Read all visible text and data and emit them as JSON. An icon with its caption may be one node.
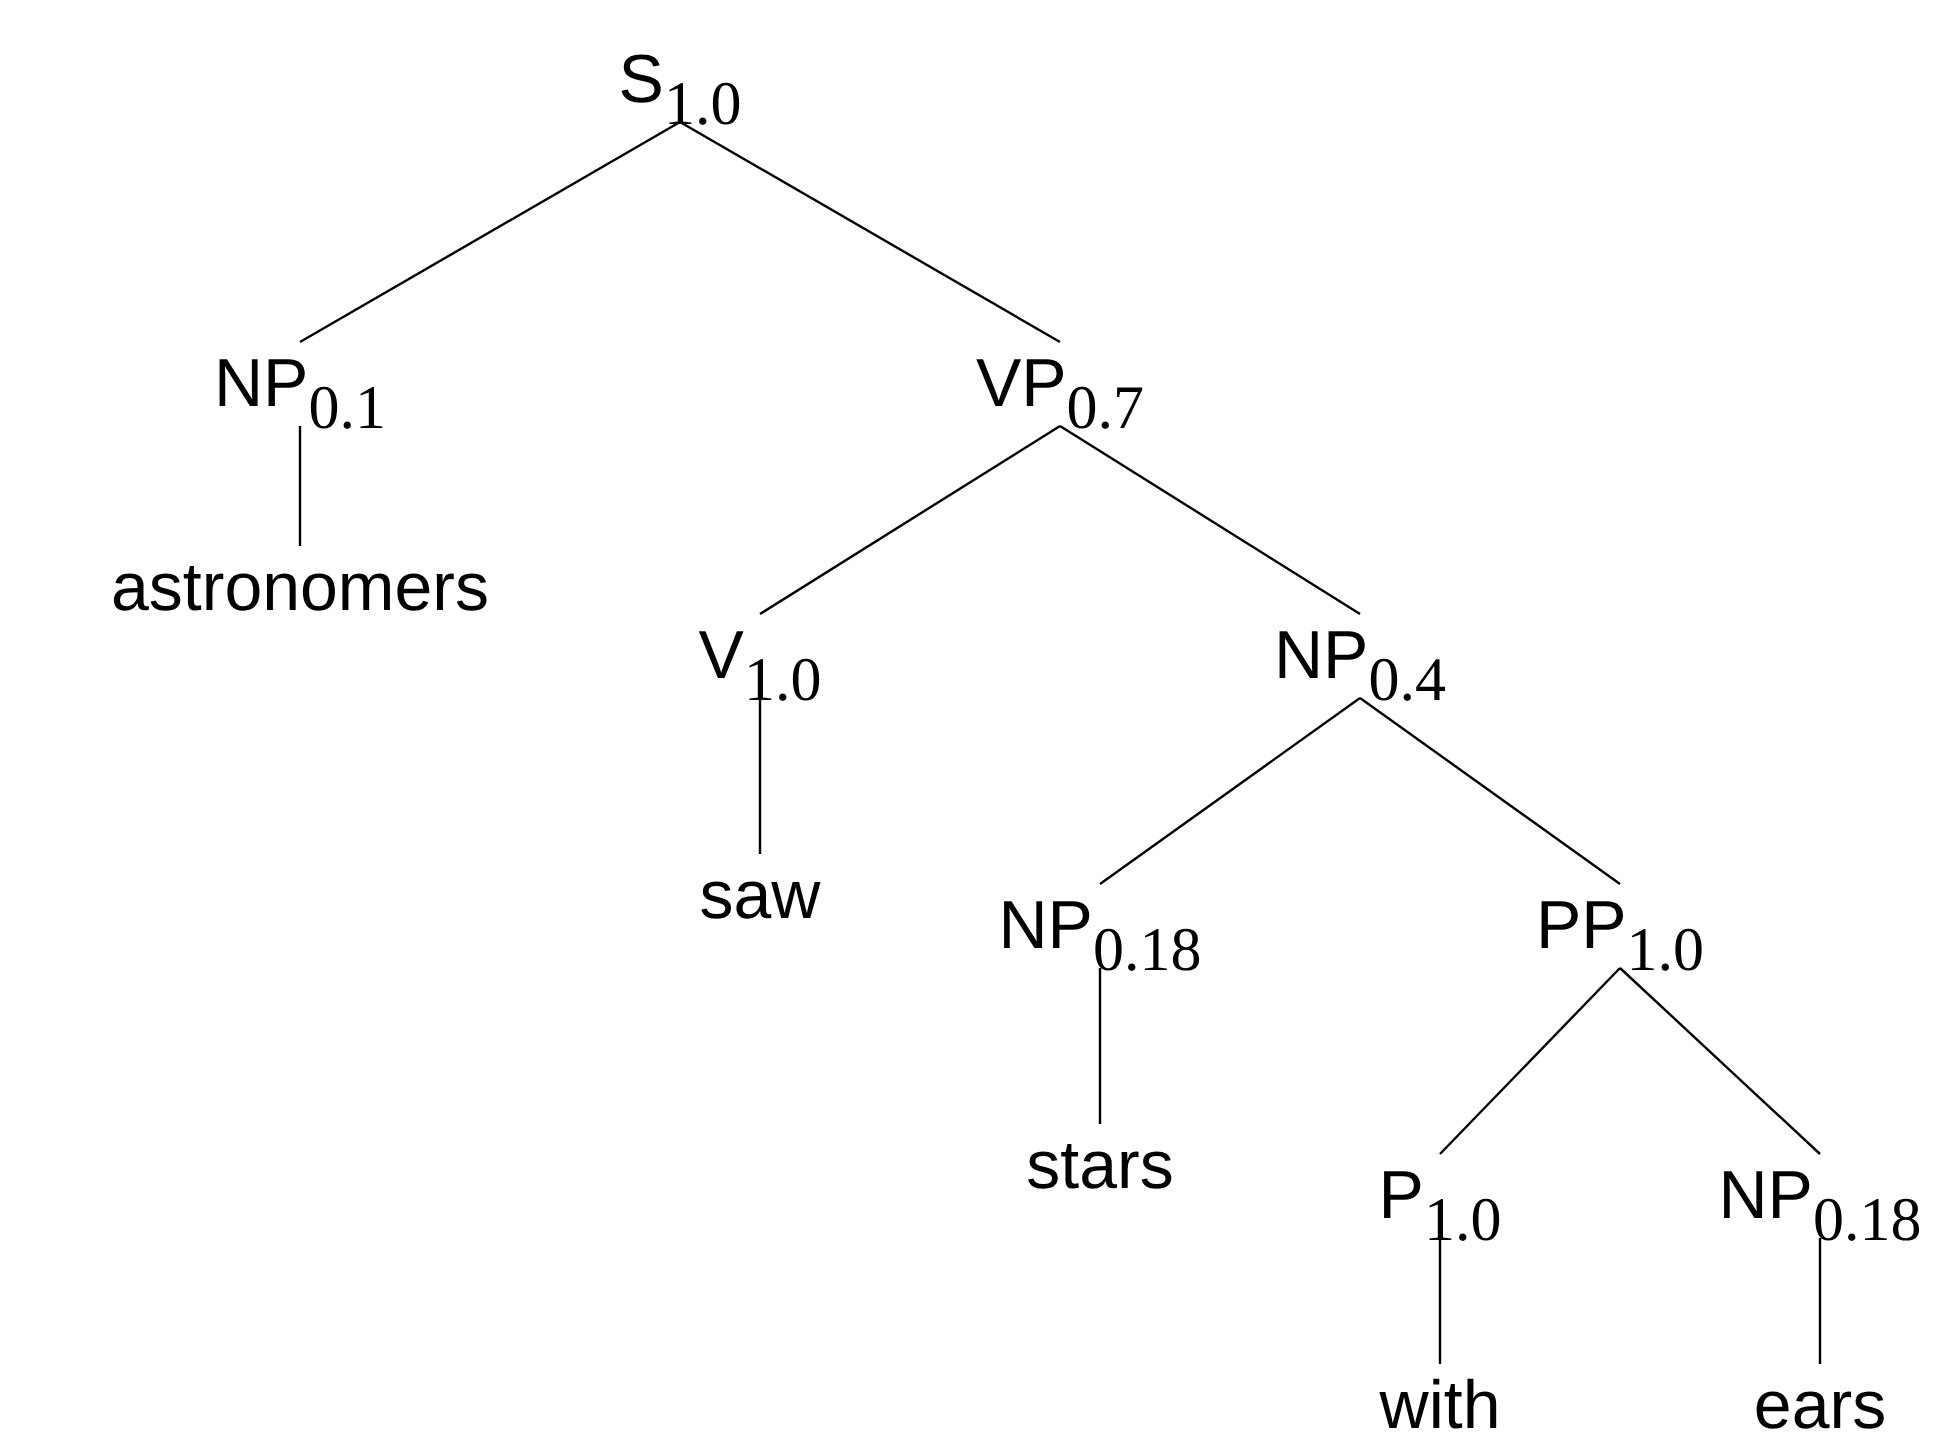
{
  "diagram": {
    "nodes": [
      {
        "text": [
          "S$_{1.0}$"
        ]
      },
      {
        "text": [
          "NP$_{0.1}$"
        ]
      },
      {
        "text": [
          "VP$_{0.7}$"
        ]
      },
      {
        "text": [
          "astronomers"
        ]
      },
      {
        "text": [
          "V$_{1.0}$"
        ]
      },
      {
        "text": [
          "NP$_{0.4}$"
        ]
      },
      {
        "text": [
          "saw"
        ]
      },
      {
        "text": [
          "NP$_{0.18}$"
        ]
      },
      {
        "text": [
          "PP$_{1.0}$"
        ]
      },
      {
        "text": [
          "stars"
        ]
      },
      {
        "text": [
          "P$_{1.0}$"
        ]
      },
      {
        "text": [
          "NP$_{0.18}$"
        ]
      },
      {
        "text": [
          "with"
        ]
      },
      {
        "text": [
          "ears"
        ]
      }
    ],
    "edges": [
      {
        "from": 0,
        "to": 1,
        "arrow": "none"
      },
      {
        "from": 0,
        "to": 2,
        "arrow": "none"
      },
      {
        "from": 1,
        "to": 3,
        "arrow": "none"
      },
      {
        "from": 2,
        "to": 4,
        "arrow": "none"
      },
      {
        "from": 2,
        "to": 5,
        "arrow": "none"
      },
      {
        "from": 4,
        "to": 6,
        "arrow": "none"
      },
      {
        "from": 5,
        "to": 7,
        "arrow": "none"
      },
      {
        "from": 5,
        "to": 8,
        "arrow": "none"
      },
      {
        "from": 7,
        "to": 9,
        "arrow": "none"
      },
      {
        "from": 8,
        "to": 10,
        "arrow": "none"
      },
      {
        "from": 8,
        "to": 11,
        "arrow": "none"
      },
      {
        "from": 10,
        "to": 12,
        "arrow": "none"
      },
      {
        "from": 11,
        "to": 13,
        "arrow": "none"
      }
    ]
  }
}
